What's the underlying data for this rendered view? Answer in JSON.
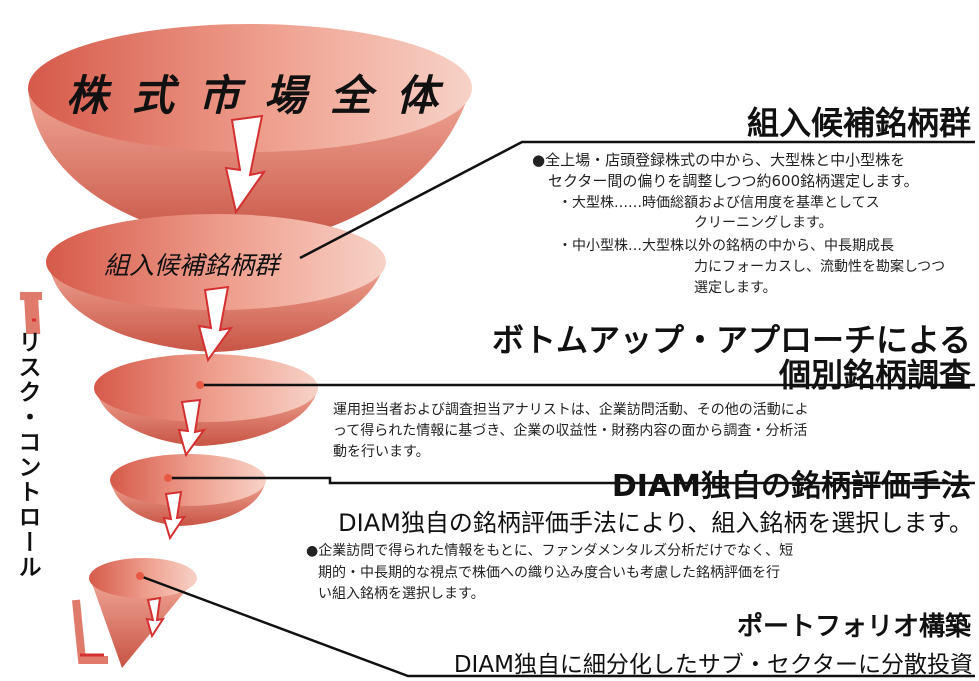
{
  "funnel": {
    "top_label": "株式市場全体",
    "mid_label": "組入候補銘柄群",
    "side_label": "リスク・コントロール",
    "colors": {
      "dark": "#c0473b",
      "mid": "#e07a6a",
      "light": "#f5c9bd",
      "arrow": "#ffffff",
      "red_line": "#d43030"
    }
  },
  "sections": {
    "candidates": {
      "title": "組入候補銘柄群",
      "bullet": "●全上場・店頭登録株式の中から、大型株と中小型株を",
      "line2": "セクター間の偏りを調整しつつ約600銘柄選定します。",
      "large_cap_1": "・大型株……時価総額および信用度を基準としてス",
      "large_cap_2": "クリーニングします。",
      "small_cap_1": "・中小型株…大型株以外の銘柄の中から、中長期成長",
      "small_cap_2": "力にフォーカスし、流動性を勘案しつつ",
      "small_cap_3": "選定します。"
    },
    "bottom_up": {
      "title_1": "ボトムアップ・アプローチによる",
      "title_2": "個別銘柄調査",
      "line1": "運用担当者および調査担当アナリストは、企業訪問活動、その他の活動によ",
      "line2": "って得られた情報に基づき、企業の収益性・財務内容の面から調査・分析活",
      "line3": "動を行います。"
    },
    "diam": {
      "title": "DIAM独自の銘柄評価手法",
      "subtitle": "DIAM独自の銘柄評価手法により、組入銘柄を選択します。",
      "line1": "●企業訪問で得られた情報をもとに、ファンダメンタルズ分析だけでなく、短",
      "line2": "期的・中長期的な視点で株価への織り込み度合いも考慮した銘柄評価を行",
      "line3": "い組入銘柄を選択します。"
    },
    "portfolio": {
      "title": "ポートフォリオ構築",
      "subtitle": "DIAM独自に細分化したサブ・セクターに分散投資"
    }
  }
}
